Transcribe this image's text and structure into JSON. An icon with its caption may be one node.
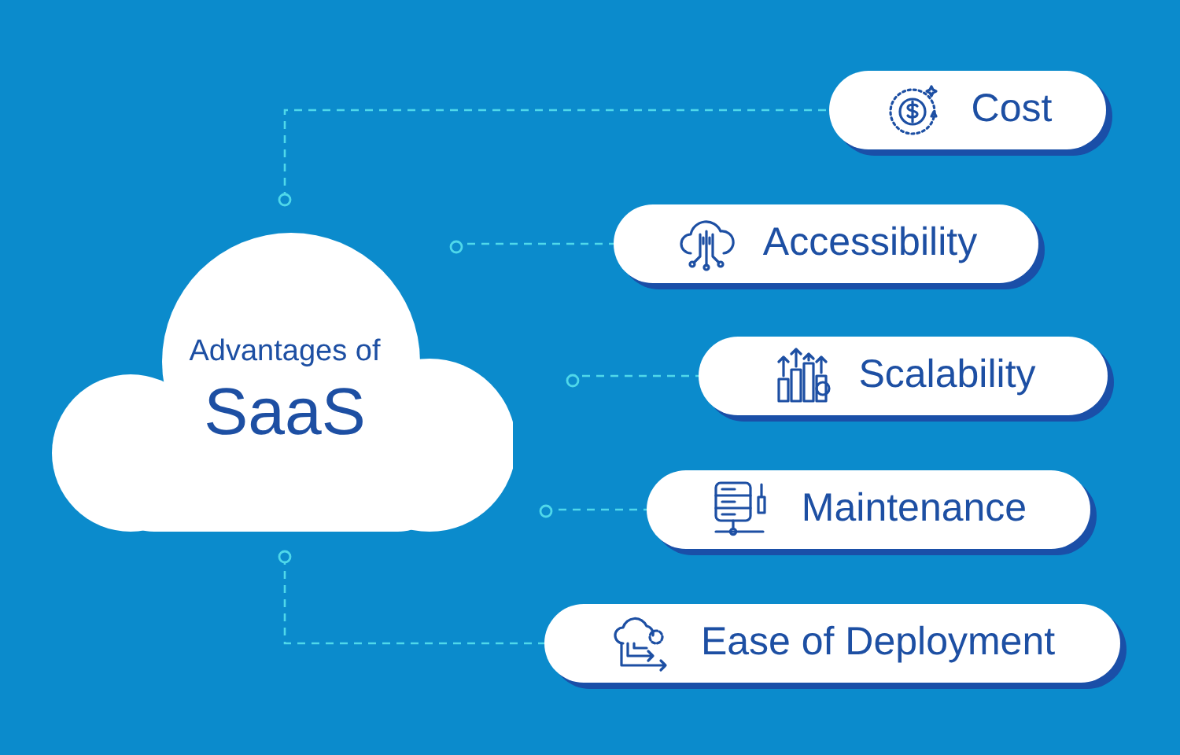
{
  "diagram": {
    "nodes": [
      {
        "text": [
          "Advantages of",
          "SaaS"
        ]
      },
      {
        "text": [
          "Cost"
        ]
      },
      {
        "text": [
          "Accessibility"
        ]
      },
      {
        "text": [
          "Scalability"
        ]
      },
      {
        "text": [
          "Maintenance"
        ]
      },
      {
        "text": [
          "Ease of Deployment"
        ]
      }
    ],
    "edges": [
      {
        "from": 0,
        "to": 1,
        "arrow": "other"
      },
      {
        "from": 0,
        "to": 2,
        "arrow": "other"
      },
      {
        "from": 0,
        "to": 3,
        "arrow": "other"
      },
      {
        "from": 0,
        "to": 4,
        "arrow": "other"
      },
      {
        "from": 0,
        "to": 5,
        "arrow": "other"
      }
    ]
  }
}
